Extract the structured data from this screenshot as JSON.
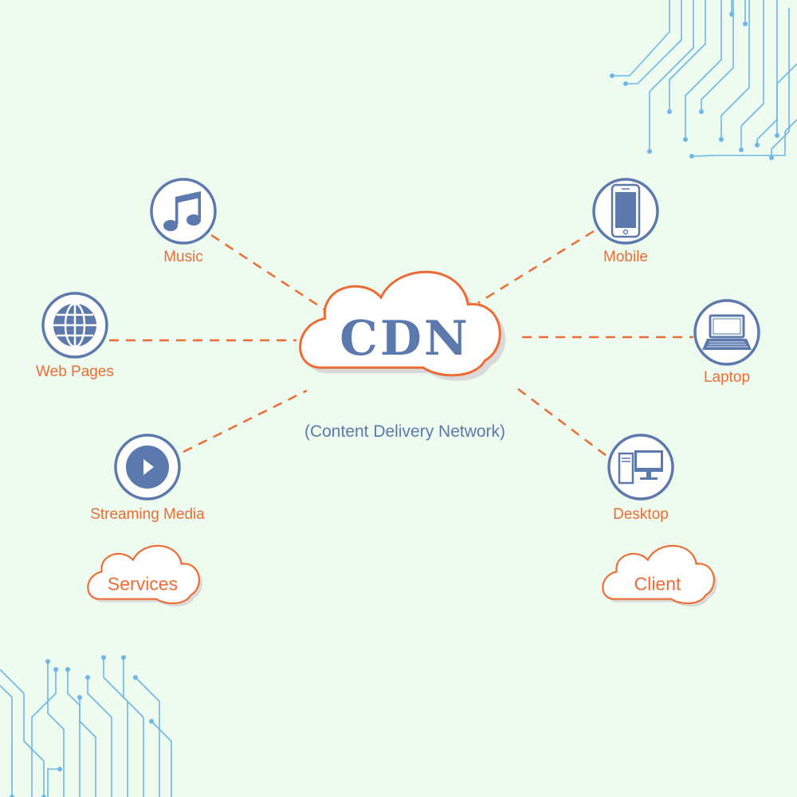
{
  "center": {
    "title": "CDN",
    "subtitle": "(Content Delivery Network)"
  },
  "services": {
    "cloud_label": "Services",
    "nodes": [
      {
        "label": "Music",
        "icon": "music-note-icon"
      },
      {
        "label": "Web Pages",
        "icon": "globe-icon"
      },
      {
        "label": "Streaming Media",
        "icon": "play-icon"
      }
    ]
  },
  "clients": {
    "cloud_label": "Client",
    "nodes": [
      {
        "label": "Mobile",
        "icon": "smartphone-icon"
      },
      {
        "label": "Laptop",
        "icon": "laptop-icon"
      },
      {
        "label": "Desktop",
        "icon": "desktop-computer-icon"
      }
    ]
  },
  "colors": {
    "background": "#edfcef",
    "accent": "#ec6c33",
    "icon": "#5b79ac",
    "circuit": "#6fb6e8"
  }
}
